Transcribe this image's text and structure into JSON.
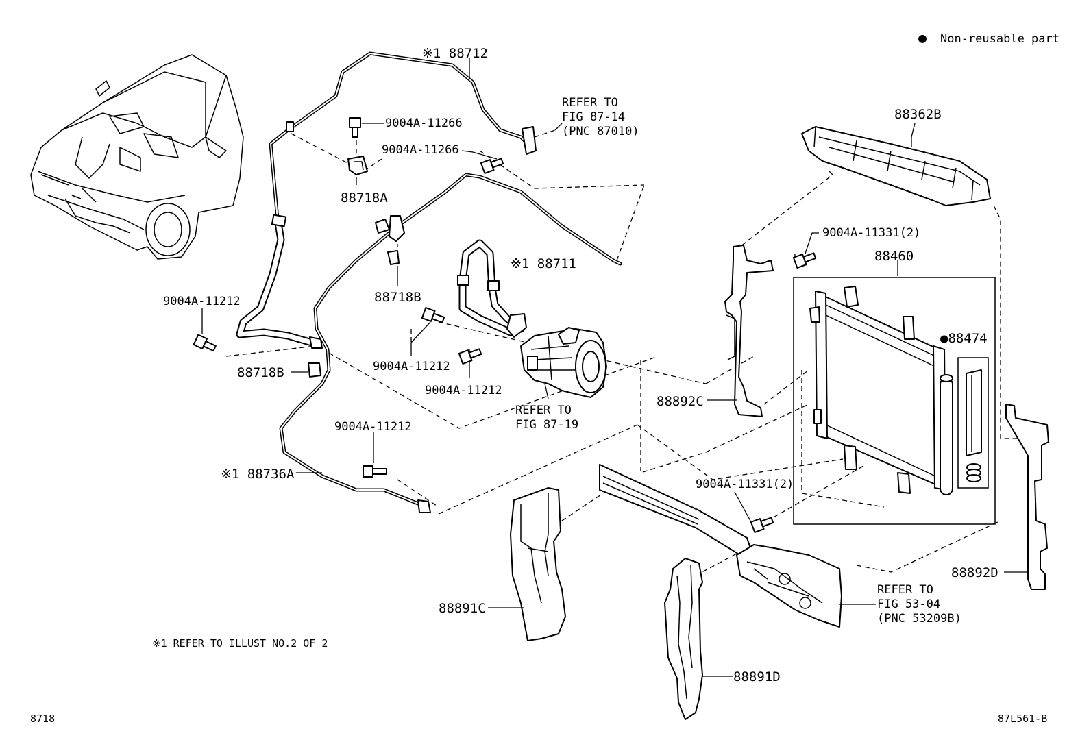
{
  "legend": {
    "symbol": "●",
    "text": "Non-reusable part"
  },
  "labels": {
    "p88712": "※1 88712",
    "p88711": "※1 88711",
    "p88736A": "※1 88736A",
    "p88718A": "88718A",
    "p88718B_upper": "88718B",
    "p88718B_lower": "88718B",
    "p88362B": "88362B",
    "p88460": "88460",
    "p88474": "●88474",
    "p88892C": "88892C",
    "p88892D": "88892D",
    "p88891C": "88891C",
    "p88891D": "88891D",
    "bolt_11266_a": "9004A-11266",
    "bolt_11266_b": "9004A-11266",
    "bolt_11212_left": "9004A-11212",
    "bolt_11212_mid_a": "9004A-11212",
    "bolt_11212_mid_b": "9004A-11212",
    "bolt_11212_low": "9004A-11212",
    "bolt_11331_top": "9004A-11331(2)",
    "bolt_11331_bottom": "9004A-11331(2)"
  },
  "references": {
    "fig_87_14": [
      "REFER TO",
      "FIG 87-14",
      "(PNC 87010)"
    ],
    "fig_87_19": [
      "REFER TO",
      "FIG 87-19"
    ],
    "fig_53_04": [
      "REFER TO",
      "FIG 53-04",
      "(PNC 53209B)"
    ]
  },
  "footnote": "※1 REFER TO ILLUST NO.2 OF 2",
  "corner_left": "8718",
  "corner_right": "87L561-B"
}
